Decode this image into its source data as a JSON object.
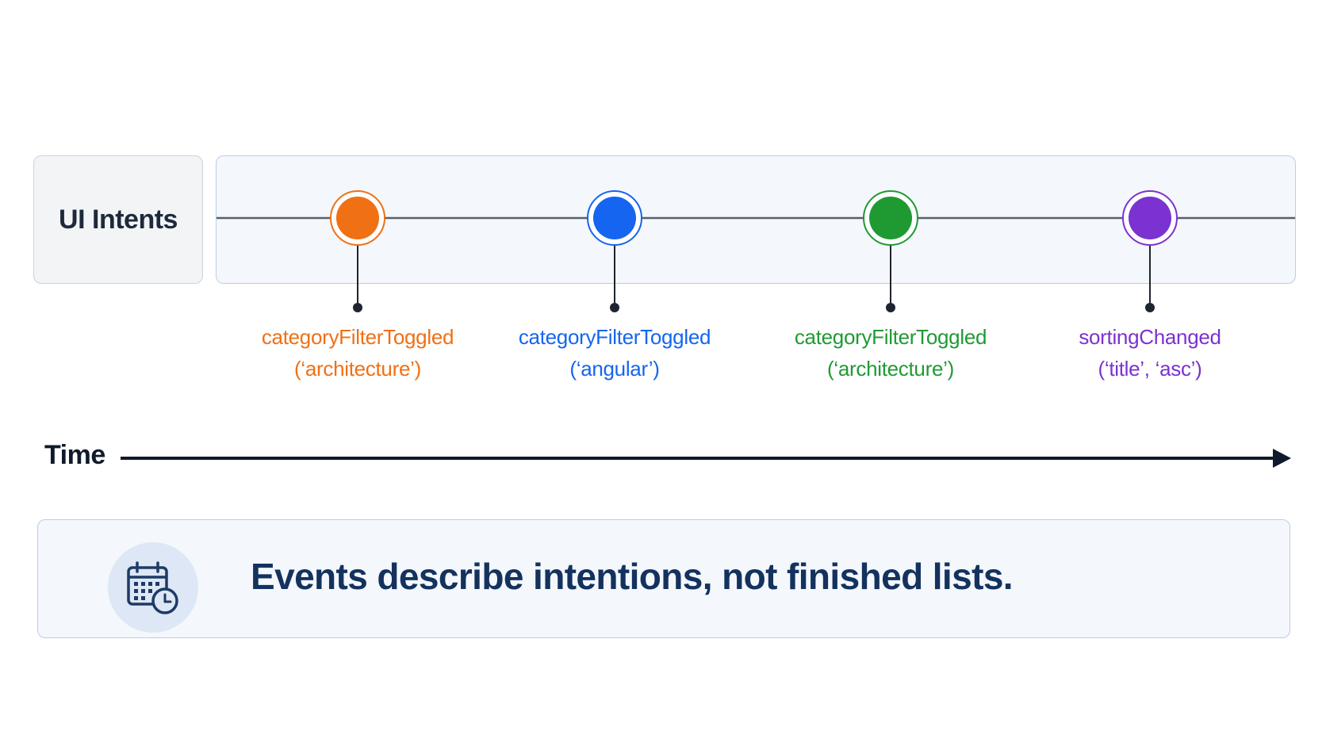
{
  "lane": {
    "label": "UI Intents"
  },
  "events": [
    {
      "name": "categoryFilterToggled",
      "args": "(‘architecture’)",
      "color": "#f07014"
    },
    {
      "name": "categoryFilterToggled",
      "args": "(‘angular’)",
      "color": "#1565f0"
    },
    {
      "name": "categoryFilterToggled",
      "args": "(‘architecture’)",
      "color": "#1f9a33"
    },
    {
      "name": "sortingChanged",
      "args": "(‘title’, ‘asc’)",
      "color": "#7b32d0"
    }
  ],
  "axis": {
    "label": "Time"
  },
  "note": {
    "text": "Events describe intentions, not finished lists.",
    "icon": "calendar-clock-icon"
  },
  "colors": {
    "line": "#59606b",
    "axis": "#0f1a2c",
    "note_text": "#13325e"
  }
}
